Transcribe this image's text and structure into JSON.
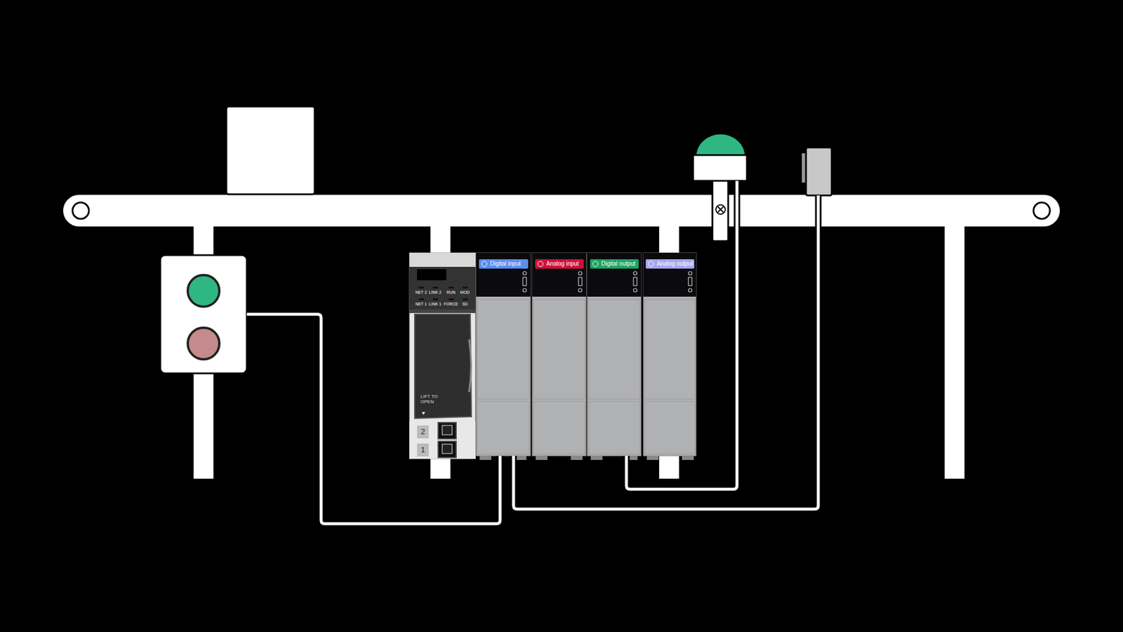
{
  "diagram": {
    "nodes": [
      {
        "text": [
          "Digital input"
        ]
      },
      {
        "text": [
          "Analog input"
        ]
      },
      {
        "text": [
          "Digital output"
        ]
      },
      {
        "text": [
          "Analog output"
        ]
      }
    ],
    "labels": [
      "NET 2",
      "LINK 2",
      "RUN",
      "MOD",
      "NET 1",
      "LINK 1",
      "FORCE",
      "SD",
      "LIFT TO OPEN",
      "2",
      "1"
    ]
  }
}
